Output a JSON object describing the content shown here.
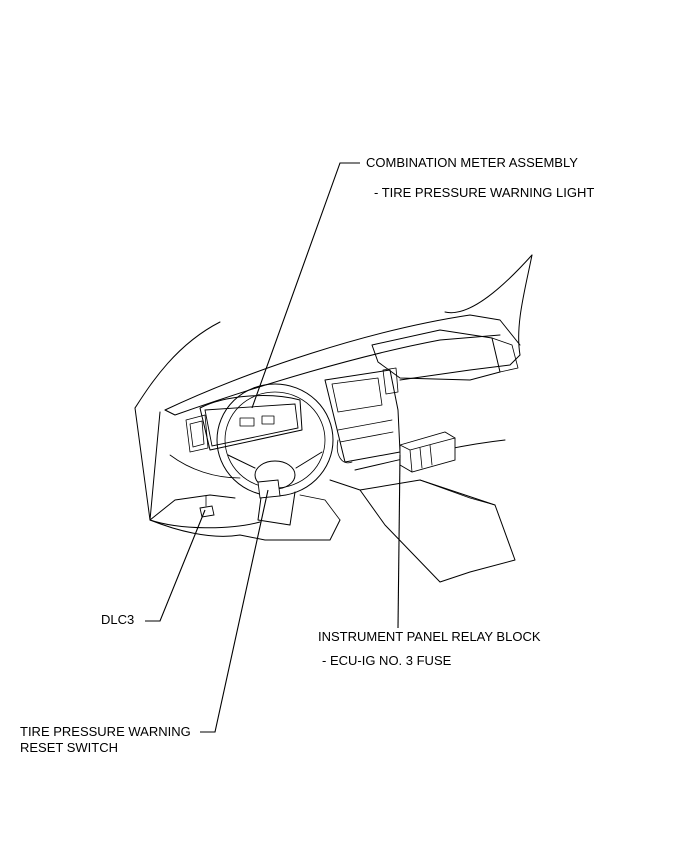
{
  "labels": {
    "combination_meter": "COMBINATION METER ASSEMBLY",
    "tire_pressure_light": "- TIRE PRESSURE WARNING LIGHT",
    "dlc3": "DLC3",
    "relay_block": "INSTRUMENT PANEL RELAY BLOCK",
    "ecu_fuse": "- ECU-IG NO. 3 FUSE",
    "reset_switch_line1": "TIRE PRESSURE WARNING",
    "reset_switch_line2": "RESET SWITCH"
  },
  "colors": {
    "line": "#000000",
    "background": "#ffffff"
  }
}
